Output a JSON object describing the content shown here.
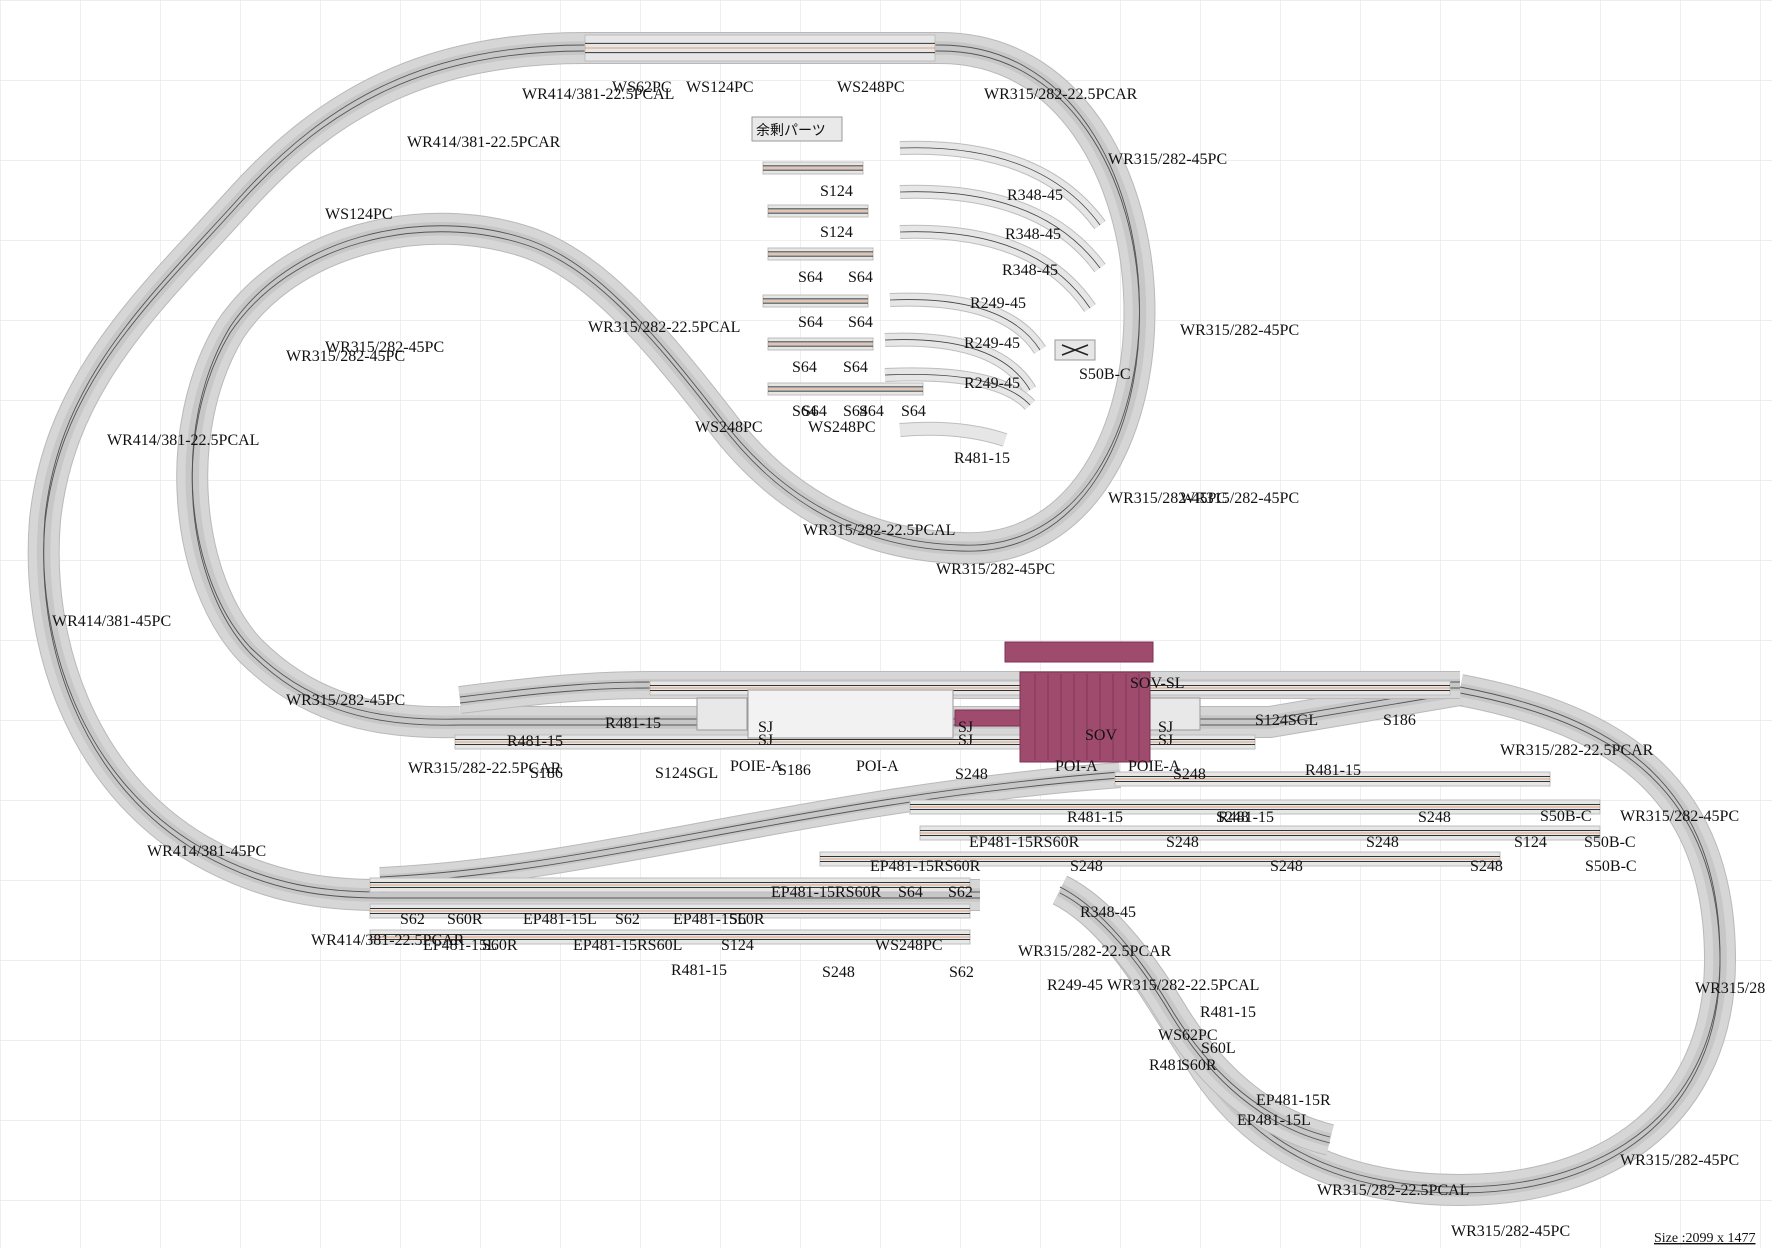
{
  "diagram": {
    "spare_parts_box_label": "余剰パーツ",
    "size_label": "Size :2099 x 1477",
    "colors": {
      "track_bed": "#d6d6d6",
      "track_edge": "#b9b9b9",
      "rail": "#555555",
      "joint": "#3fc4d8",
      "platform": "#9e4b6d",
      "platform_dark": "#7d3152",
      "grid": "#e4e4e4"
    },
    "labels": [
      "WS62PC",
      "WS124PC",
      "WS248PC",
      "WR414/381-22.5PCAL",
      "WR315/282-22.5PCAR",
      "WR414/381-22.5PCAR",
      "WR315/282-45PC",
      "WS124PC",
      "S124",
      "R348-45",
      "S124",
      "R348-45",
      "WR315/282-45PC",
      "S64",
      "S64",
      "R348-45",
      "WS248PC",
      "S64",
      "S64",
      "R249-45",
      "WR315/282-22.5PCAL",
      "WR315/282-45PC",
      "S64",
      "S64",
      "R249-45",
      "S50B-C",
      "WR315/282-45PC",
      "S64",
      "S64",
      "R249-45",
      "WR414/381-22.5PCAL",
      "S64",
      "S64",
      "S64",
      "WS248PC",
      "R481-15",
      "WR315/282-45PC",
      "WR315/282-22.5PCAL",
      "WR315/282-45PC",
      "WR315/282-45PC",
      "WR414/381-45PC",
      "SOV-SL",
      "WR315/282-45PC",
      "R481-15",
      "S124SGL",
      "S186",
      "SJ",
      "SJ",
      "SOV",
      "SJ",
      "R481-15",
      "SJ",
      "SJ",
      "SJ",
      "R481-15",
      "WR315/282-22.5PCAR",
      "WR315/282-22.5PCAR",
      "S186",
      "S124SGL",
      "POIE-A",
      "S186",
      "POI-A",
      "S248",
      "POI-A",
      "POIE-A",
      "S248",
      "R481-15",
      "R481-15",
      "S248",
      "S248",
      "S50B-C",
      "WR315/282-45PC",
      "EP481-15RS60R",
      "S248",
      "S248",
      "S124",
      "S50B-C",
      "WR414/381-45PC",
      "EP481-15RS60R",
      "S248",
      "S248",
      "S248",
      "S50B-C",
      "EP481-15RS60R",
      "S64",
      "S62",
      "R348-45",
      "S62",
      "S60R",
      "EP481-15L",
      "S62",
      "EP481-15L",
      "S60R",
      "WR414/381-22.5PCAR",
      "EP481-15L",
      "S60R",
      "EP481-15RS60L",
      "S124",
      "WS248PC",
      "WR315/282-22.5PCAR",
      "R481-15",
      "S248",
      "S62",
      "R249-45",
      "WR315/282-22.5PCAL",
      "WR315/28",
      "R481-15",
      "WS62PC",
      "S60L",
      "R481",
      "S60R",
      "EP481-15R",
      "EP481-15L",
      "WR315/282-45PC",
      "WR315/282-22.5PCAL",
      "WR315/282-45PC"
    ]
  }
}
